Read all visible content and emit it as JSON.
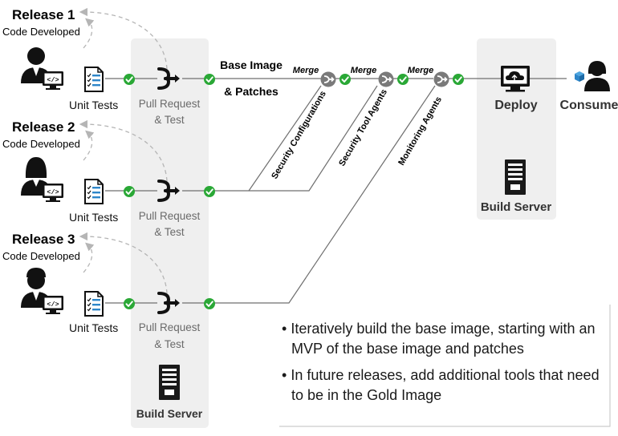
{
  "releases": [
    {
      "title": "Release 1",
      "subtitle": "Code Developed",
      "tests": "Unit Tests",
      "pr_line1": "Pull Request",
      "pr_line2": "& Test"
    },
    {
      "title": "Release 2",
      "subtitle": "Code Developed",
      "tests": "Unit Tests",
      "pr_line1": "Pull Request",
      "pr_line2": "& Test"
    },
    {
      "title": "Release 3",
      "subtitle": "Code Developed",
      "tests": "Unit Tests",
      "pr_line1": "Pull Request",
      "pr_line2": "& Test"
    }
  ],
  "build_server_label": "Build Server",
  "base_image_line1": "Base Image",
  "base_image_line2": "& Patches",
  "merges": [
    "Merge",
    "Merge",
    "Merge"
  ],
  "agents": [
    "Security Configurations",
    "Security Tool Agents",
    "Monitoring Agents"
  ],
  "deploy_label": "Deploy",
  "deploy_build_server_label": "Build Server",
  "consume_label": "Consume",
  "bullets": [
    "Iteratively build the base image, starting with an MVP of the base image and patches",
    "In future releases, add additional tools that need to be in the Gold Image"
  ],
  "colors": {
    "check": "#2aa836",
    "panel": "#efefef",
    "merge_icon": "#7a7a7a",
    "cube": "#2e86c9"
  }
}
